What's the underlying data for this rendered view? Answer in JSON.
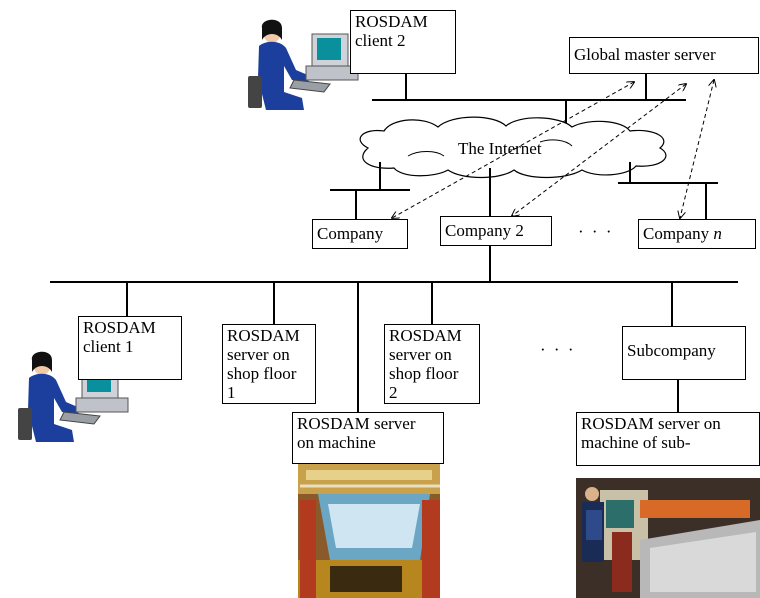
{
  "nodes": {
    "client2": "ROSDAM\nclient 2",
    "global_master": "Global master server",
    "internet": "The Internet",
    "company1": "Company",
    "company2": "Company 2",
    "company_n_prefix": "Company ",
    "company_n_italic": "n",
    "client1": "ROSDAM\nclient 1",
    "server_shop1": "ROSDAM\nserver on\nshop floor\n1",
    "server_shop2": "ROSDAM\nserver on\nshop floor\n2",
    "subcompany": "Subcompany",
    "server_machine": "ROSDAM server\non machine",
    "server_machine_sub": "ROSDAM server on\nmachine of sub-"
  },
  "ellipses": {
    "companies": "· · ·",
    "servers": "· · ·"
  },
  "colors": {
    "line": "#000000",
    "person_suit": "#1c3f9e",
    "screen": "#0a8f9c"
  }
}
